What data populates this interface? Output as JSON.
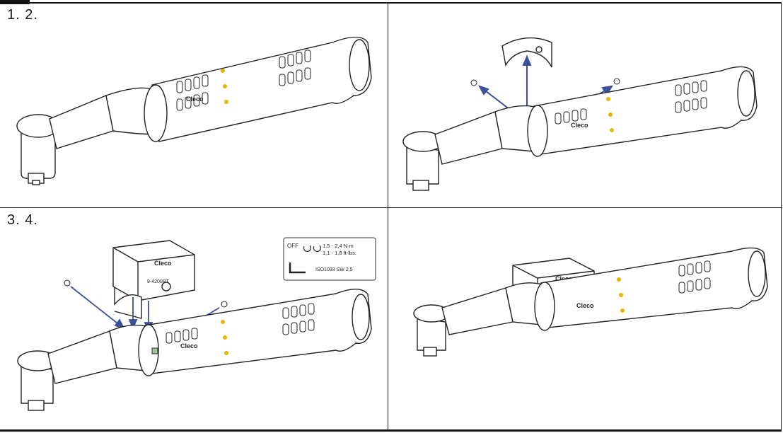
{
  "steps": {
    "top_left": "1.   2.",
    "bottom_left": "3.   4."
  },
  "brand": "Cleco",
  "module_code": "9-4200PT",
  "label": {
    "off": "OFF",
    "torque_nm": "1,5 - 2,4 N·m",
    "torque_ftlbs": "1,1 - 1,8 ft-lbs.",
    "tool_spec": "ISO1093 SW 2,5"
  },
  "colors": {
    "line": "#222222",
    "arrow": "#3c4f9a",
    "accent": "#e8b400"
  }
}
